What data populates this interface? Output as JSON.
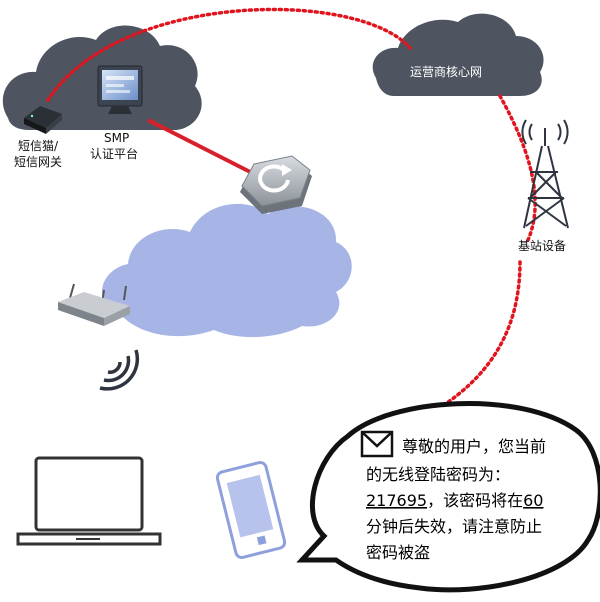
{
  "labels": {
    "sms_gateway_line1": "短信猫/",
    "sms_gateway_line2": "短信网关",
    "smp_line1": "SMP",
    "smp_line2": "认证平台",
    "core_network": "运营商核心网",
    "base_station": "基站设备"
  },
  "sms_message": {
    "line1": "尊敬的用户，您当前",
    "line2": "的无线登陆密码为：",
    "password": "217695",
    "line3_rest": "，该密码将在",
    "minutes": "60",
    "line4": "分钟后失效，请注意防止",
    "line5": "密码被盗"
  },
  "colors": {
    "cloud_gray": "#4f5560",
    "cloud_blue": "#a7b5e6",
    "link_red": "#d8202a",
    "dotted_red": "#e0141e"
  }
}
